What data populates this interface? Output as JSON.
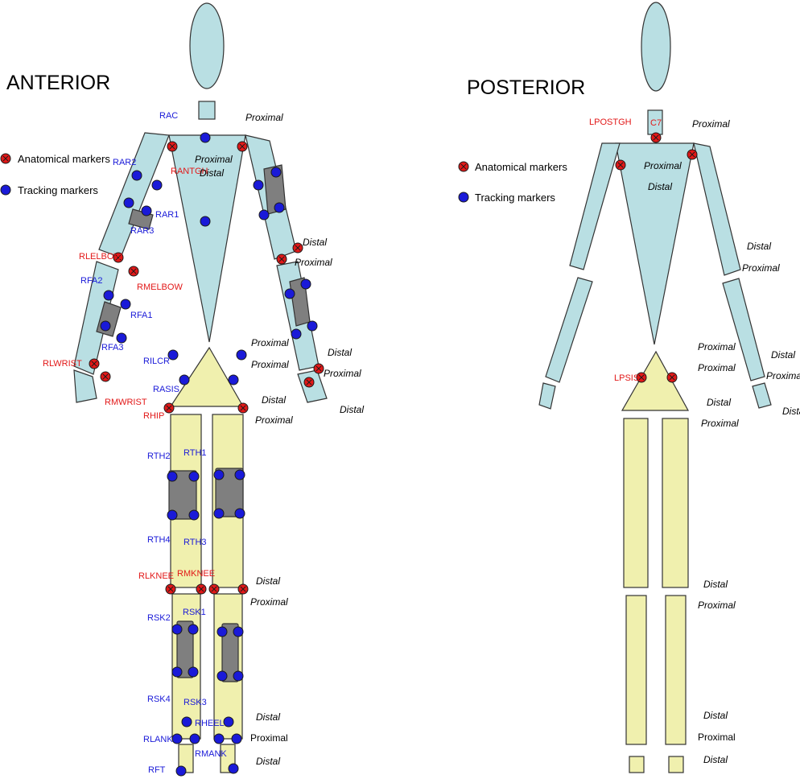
{
  "colors": {
    "upper_body": "#b9dfe3",
    "lower_body": "#f0f0ae",
    "cluster_plate": "#7f7f7f",
    "anatomical_marker": "#e21818",
    "tracking_marker": "#1a1ad8",
    "blue_label": "#1a1ad8",
    "red_label": "#e21818"
  },
  "anterior": {
    "title": "ANTERIOR",
    "legend": {
      "anatomical": "Anatomical markers",
      "tracking": "Tracking markers"
    },
    "labels": {
      "rac": "RAC",
      "rar2": "RAR2",
      "rantgh": "RANTGH",
      "rar1": "RAR1",
      "rar3": "RAR3",
      "rlelbow": "RLELBOW",
      "rfa2": "RFA2",
      "rmelbow": "RMELBOW",
      "rfa1": "RFA1",
      "rfa3": "RFA3",
      "rlwrist": "RLWRIST",
      "rilcr": "RILCR",
      "rasis": "RASIS",
      "rmwrist": "RMWRIST",
      "rhip": "RHIP",
      "rth2": "RTH2",
      "rth1": "RTH1",
      "rth4": "RTH4",
      "rth3": "RTH3",
      "rlknee": "RLKNEE",
      "rmknee": "RMKNEE",
      "rsk2": "RSK2",
      "rsk1": "RSK1",
      "rsk4": "RSK4",
      "rsk3": "RSK3",
      "rheel": "RHEEL",
      "rlank": "RLANK",
      "rmank": "RMANK",
      "rft": "RFT"
    },
    "segments": {
      "shoulder_proximal": "Proximal",
      "torso_proximal": "Proximal",
      "torso_distal": "Distal",
      "upperarm_distal": "Distal",
      "forearm_proximal": "Proximal",
      "pelvis_proximal_1": "Proximal",
      "pelvis_proximal_2": "Proximal",
      "forearm_distal": "Distal",
      "hand_proximal": "Proximal",
      "pelvis_distal": "Distal",
      "thigh_proximal": "Proximal",
      "hand_distal": "Distal",
      "thigh_distal": "Distal",
      "shank_proximal": "Proximal",
      "shank_distal": "Distal",
      "foot_proximal": "Proximal",
      "foot_distal": "Distal"
    }
  },
  "posterior": {
    "title": "POSTERIOR",
    "legend": {
      "anatomical": "Anatomical markers",
      "tracking": "Tracking markers"
    },
    "labels": {
      "lpostgh": "LPOSTGH",
      "c7": "C7",
      "lpsis": "LPSIS"
    },
    "segments": {
      "shoulder_proximal": "Proximal",
      "torso_proximal": "Proximal",
      "torso_distal": "Distal",
      "upperarm_distal": "Distal",
      "forearm_proximal": "Proximal",
      "pelvis_proximal_1": "Proximal",
      "pelvis_proximal_2": "Proximal",
      "forearm_distal": "Distal",
      "hand_proximal": "Proximal",
      "pelvis_distal": "Distal",
      "thigh_proximal": "Proximal",
      "hand_distal": "Distal",
      "thigh_distal": "Distal",
      "shank_proximal": "Proximal",
      "shank_distal": "Distal",
      "foot_proximal": "Proximal",
      "foot_distal": "Distal"
    }
  }
}
